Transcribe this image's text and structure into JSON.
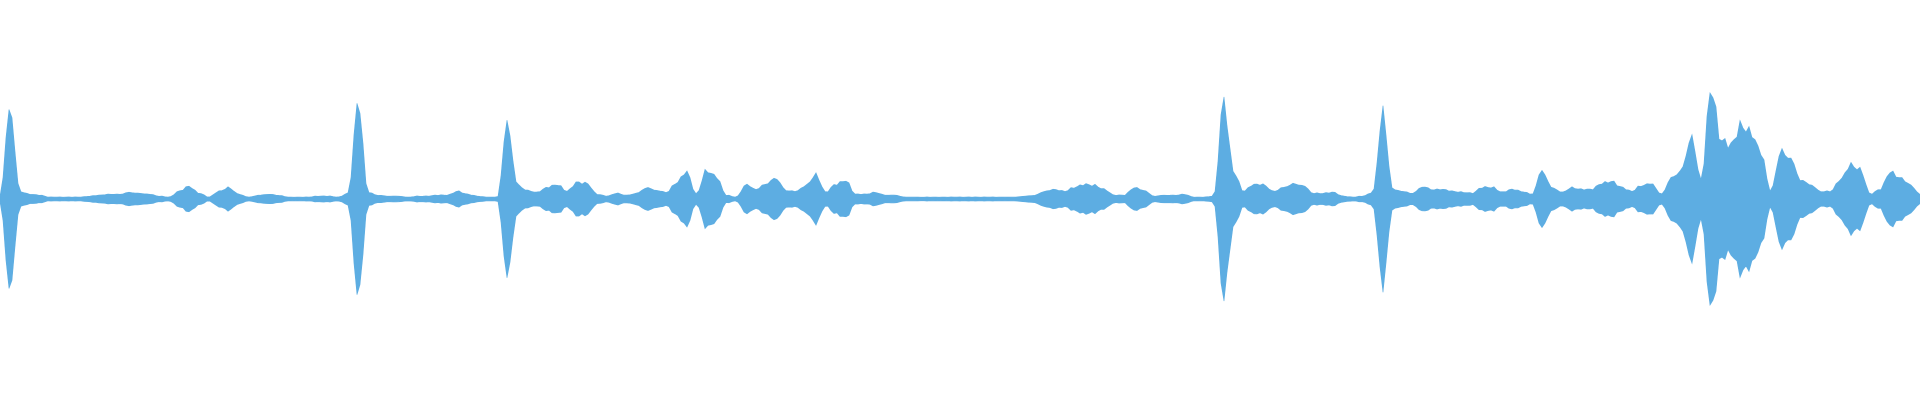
{
  "waveform": {
    "color": "#5DADE2",
    "background": "#FFFFFF",
    "envelope": [
      0.03,
      0.95,
      0.08,
      0.05,
      0.04,
      0.02,
      0.02,
      0.02,
      0.02,
      0.03,
      0.04,
      0.05,
      0.05,
      0.07,
      0.06,
      0.05,
      0.03,
      0.02,
      0.08,
      0.13,
      0.06,
      0.02,
      0.08,
      0.12,
      0.05,
      0.02,
      0.04,
      0.05,
      0.04,
      0.02,
      0.02,
      0.02,
      0.03,
      0.03,
      0.02,
      0.06,
      1.0,
      0.07,
      0.04,
      0.03,
      0.03,
      0.02,
      0.03,
      0.03,
      0.04,
      0.04,
      0.08,
      0.05,
      0.03,
      0.02,
      0.02,
      0.8,
      0.15,
      0.09,
      0.07,
      0.12,
      0.15,
      0.08,
      0.17,
      0.16,
      0.05,
      0.03,
      0.06,
      0.04,
      0.06,
      0.12,
      0.09,
      0.07,
      0.17,
      0.28,
      0.05,
      0.29,
      0.23,
      0.04,
      0.02,
      0.15,
      0.1,
      0.16,
      0.22,
      0.09,
      0.08,
      0.14,
      0.25,
      0.07,
      0.15,
      0.19,
      0.05,
      0.05,
      0.07,
      0.04,
      0.04,
      0.02,
      0.02,
      0.02,
      0.02,
      0.02,
      0.02,
      0.02,
      0.02,
      0.02,
      0.02,
      0.02,
      0.02,
      0.03,
      0.04,
      0.08,
      0.1,
      0.08,
      0.12,
      0.15,
      0.14,
      0.1,
      0.04,
      0.04,
      0.12,
      0.09,
      0.03,
      0.04,
      0.04,
      0.05,
      0.02,
      0.02,
      0.03,
      1.0,
      0.28,
      0.08,
      0.15,
      0.15,
      0.08,
      0.12,
      0.16,
      0.14,
      0.06,
      0.06,
      0.07,
      0.03,
      0.02,
      0.03,
      0.07,
      0.9,
      0.1,
      0.08,
      0.06,
      0.13,
      0.1,
      0.1,
      0.08,
      0.07,
      0.06,
      0.12,
      0.12,
      0.07,
      0.1,
      0.08,
      0.05,
      0.3,
      0.12,
      0.07,
      0.12,
      0.1,
      0.1,
      0.16,
      0.18,
      0.12,
      0.08,
      0.14,
      0.16,
      0.05,
      0.22,
      0.3,
      0.65,
      0.2,
      1.15,
      0.6,
      0.55,
      0.75,
      0.68,
      0.48,
      0.08,
      0.5,
      0.42,
      0.2,
      0.15,
      0.08,
      0.08,
      0.2,
      0.35,
      0.3,
      0.05,
      0.1,
      0.28,
      0.22,
      0.15,
      0.05
    ]
  }
}
